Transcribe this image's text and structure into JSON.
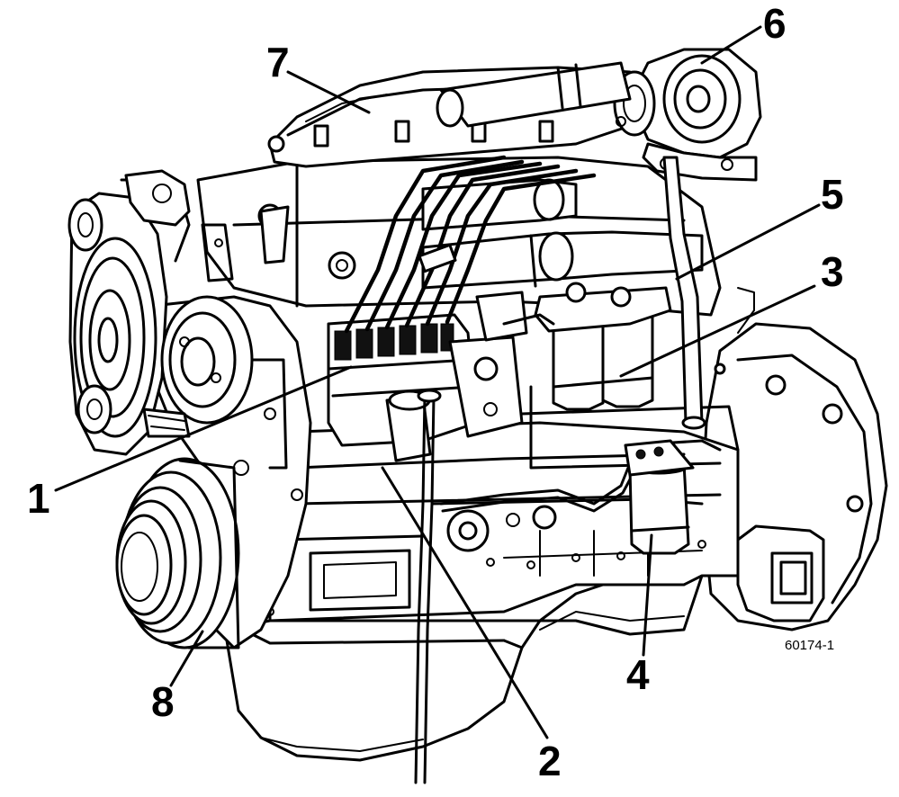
{
  "callouts": [
    {
      "id": "1",
      "label": "1"
    },
    {
      "id": "2",
      "label": "2"
    },
    {
      "id": "3",
      "label": "3"
    },
    {
      "id": "4",
      "label": "4"
    },
    {
      "id": "5",
      "label": "5"
    },
    {
      "id": "6",
      "label": "6"
    },
    {
      "id": "7",
      "label": "7"
    },
    {
      "id": "8",
      "label": "8"
    }
  ],
  "figure_ref": "60174-1"
}
